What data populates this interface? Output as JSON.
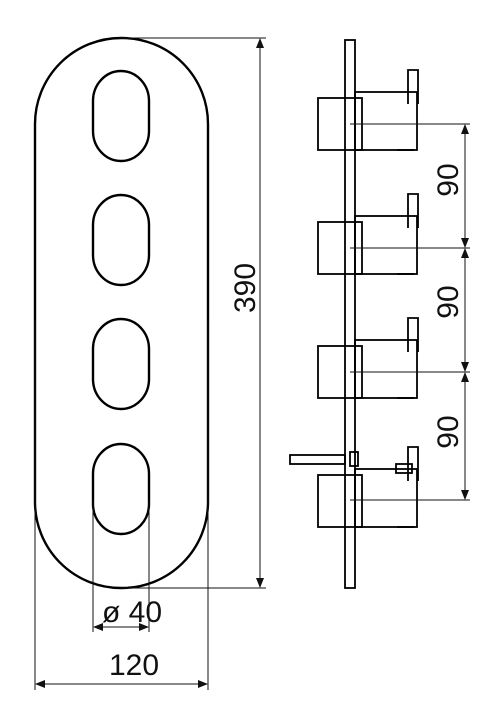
{
  "dimensions": {
    "height": "390",
    "spacing": [
      "90",
      "90",
      "90"
    ],
    "diameter": "ø 40",
    "width": "120"
  }
}
